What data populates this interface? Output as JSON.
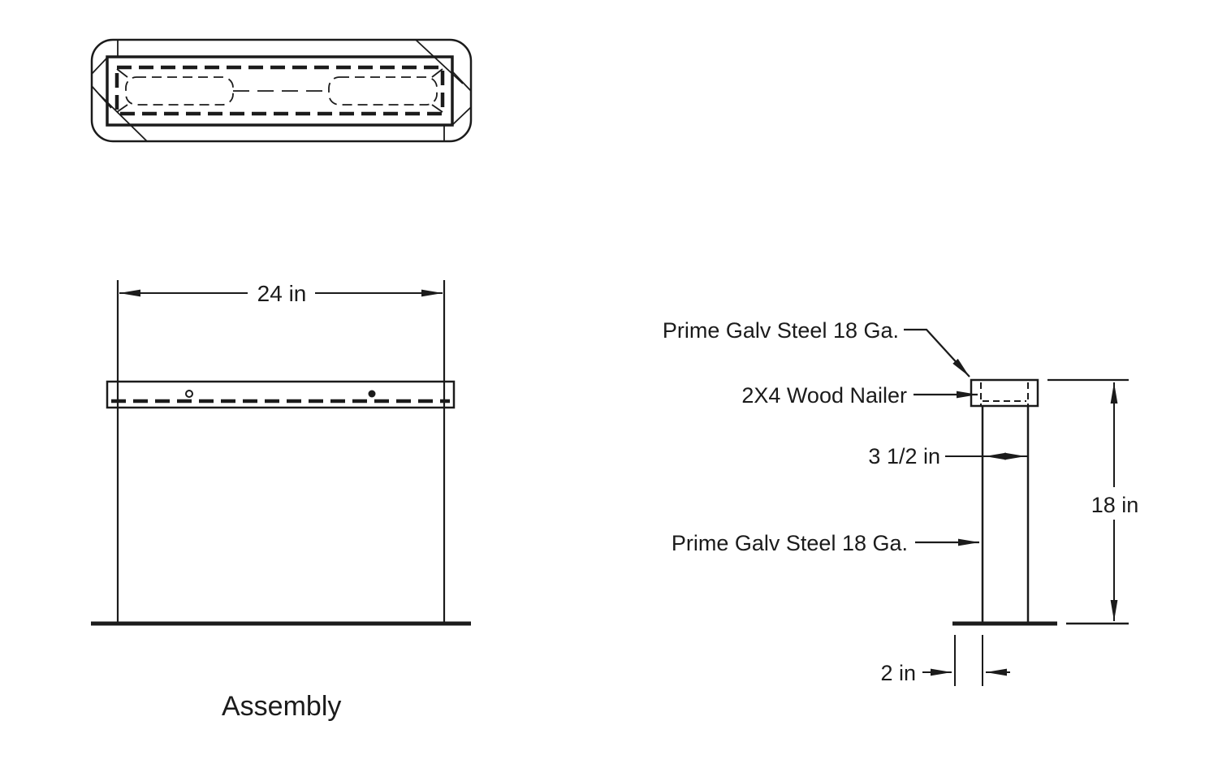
{
  "drawing": {
    "caption": "Assembly",
    "labels": {
      "steel_top": "Prime Galv Steel 18 Ga.",
      "nailer": "2X4 Wood Nailer",
      "steel_side": "Prime Galv Steel 18 Ga."
    },
    "dimensions": {
      "width": "24 in",
      "depth": "3 1/2 in",
      "height": "18 in",
      "offset": "2 in"
    },
    "colors": {
      "line": "#1b1b1b",
      "background": "#ffffff"
    }
  }
}
